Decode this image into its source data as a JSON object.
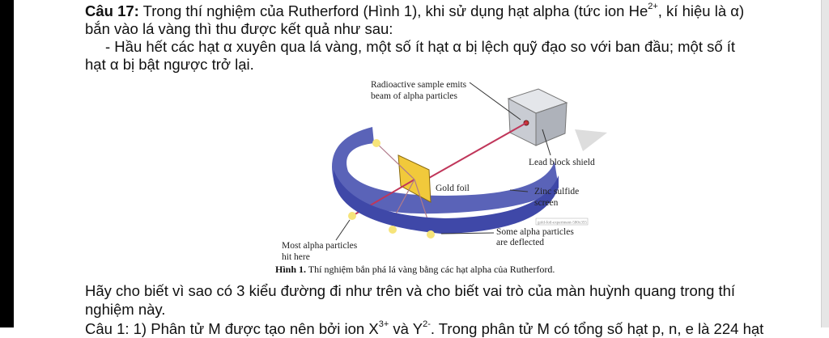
{
  "question": {
    "label": "Câu 17:",
    "line1": " Trong thí nghiệm của Rutherford (Hình 1), khi sử dụng hạt alpha (tức ion He",
    "line1_sup": "2+",
    "line1_end": ", kí hiệu là α)",
    "line2": "bắn vào lá vàng thì thu được kết quả như sau:",
    "line3": "- Hầu hết các hạt α xuyên qua lá vàng, một số ít hạt α bị lệch quỹ đạo so với ban đầu; một số ít",
    "line4": "hạt α bị bật ngược trở lại."
  },
  "figure": {
    "label_source_1": "Radioactive sample emits",
    "label_source_2": "beam of alpha particles",
    "label_lead": "Lead block shield",
    "label_gold": "Gold foil",
    "label_zinc_1": "Zinc sulfide",
    "label_zinc_2": "screen",
    "watermark": "gold-foil-experiment-580x355",
    "label_deflected_1": "Some alpha particles",
    "label_deflected_2": "are deflected",
    "label_most_1": "Most alpha particles",
    "label_most_2": "hit here",
    "caption_bold": "Hình 1.",
    "caption_text": " Thí nghiệm bắn phá lá vàng bằng các hạt alpha của Rutherford."
  },
  "prompt": {
    "line1": "Hãy cho biết vì sao có 3 kiểu đường đi như trên và cho biết vai trò của màn huỳnh quang trong thí",
    "line2": "nghiệm này."
  },
  "next_question": {
    "text": "Câu 1: 1) Phân tử M được tạo nên bởi ion X",
    "sup1": "3+",
    "mid": " và Y",
    "sup2": "2-",
    "end": ". Trong phân tử M có tổng số hạt p, n, e là 224 hạt"
  }
}
